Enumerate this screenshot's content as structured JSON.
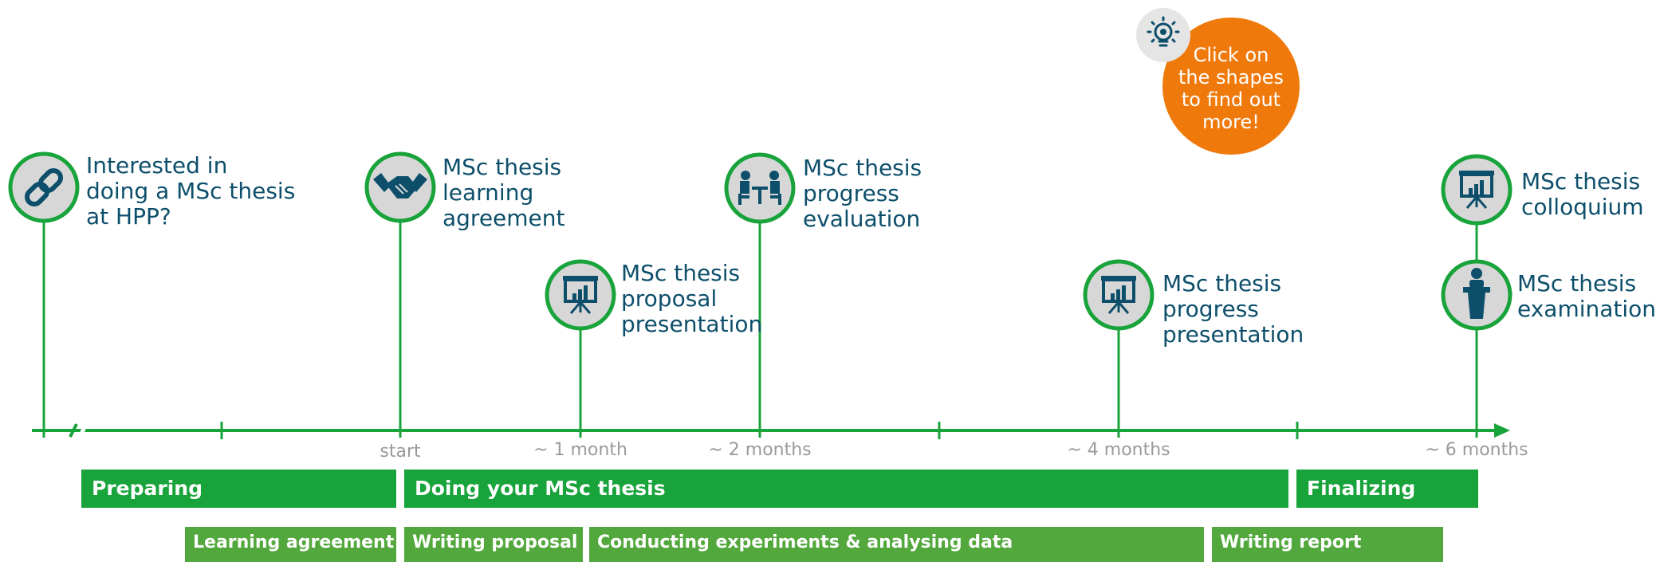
{
  "milestones": [
    {
      "id": "interested",
      "label": "Interested in\ndoing a MSc thesis\nat HPP?",
      "icon": "link-icon"
    },
    {
      "id": "learning-agreement",
      "label": "MSc thesis\nlearning\nagreement",
      "icon": "handshake-icon"
    },
    {
      "id": "proposal-presentation",
      "label": "MSc thesis\nproposal\npresentation",
      "icon": "presentation-board-icon"
    },
    {
      "id": "progress-evaluation",
      "label": "MSc thesis\nprogress\nevaluation",
      "icon": "meeting-table-icon"
    },
    {
      "id": "progress-presentation",
      "label": "MSc thesis\nprogress\npresentation",
      "icon": "presentation-board-icon"
    },
    {
      "id": "colloquium",
      "label": "MSc thesis\ncolloquium",
      "icon": "presentation-board-icon"
    },
    {
      "id": "examination",
      "label": "MSc thesis\nexamination",
      "icon": "podium-speaker-icon"
    }
  ],
  "timeline_ticks": [
    "start",
    "~ 1 month",
    "~ 2 months",
    "~ 4 months",
    "~ 6 months"
  ],
  "phases": [
    "Preparing",
    "Doing your MSc thesis",
    "Finalizing"
  ],
  "activities": [
    "Learning agreement",
    "Writing proposal",
    "Conducting experiments & analysing data",
    "Writing report"
  ],
  "callout": {
    "text": "Click on\nthe shapes\nto find out\nmore!",
    "icon": "lightbulb-icon"
  },
  "colors": {
    "green": "#18a33b",
    "activity_green": "#52a83c",
    "navy": "#0d4f6b",
    "orange": "#ef7a0b",
    "circle_fill": "#d7d7d7",
    "tick_gray": "#9a9a9a"
  }
}
